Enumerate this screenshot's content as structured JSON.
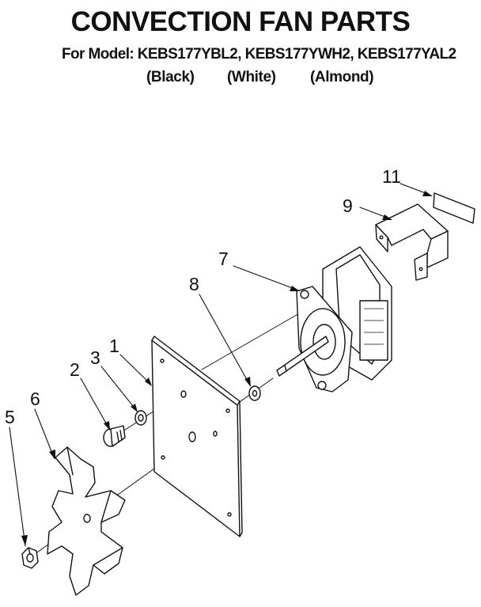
{
  "header": {
    "title": "CONVECTION FAN PARTS",
    "model_prefix": "For Model:",
    "models": "KEBS177YBL2, KEBS177YWH2, KEBS177YAL2",
    "colors": [
      "(Black)",
      "(White)",
      "(Almond)"
    ]
  },
  "callouts": {
    "c1": "1",
    "c2": "2",
    "c3": "3",
    "c5": "5",
    "c6": "6",
    "c7": "7",
    "c8": "8",
    "c9": "9",
    "c11": "11"
  }
}
